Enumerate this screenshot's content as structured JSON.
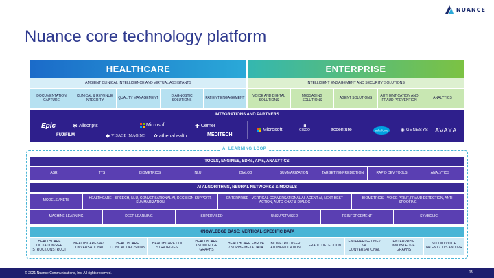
{
  "brand": {
    "logo_text": "NUANCE"
  },
  "title": "Nuance core technology platform",
  "healthcare": {
    "header": "HEALTHCARE",
    "subheader": "AMBIENT CLINICAL INTELLIGENCE AND VIRTUAL ASSISTANTS",
    "items": [
      "DOCUMENTATION CAPTURE",
      "CLINICAL & REVENUE INTEGRITY",
      "QUALITY MANAGEMENT",
      "DIAGNOSTIC SOLUTIONS",
      "PATIENT ENGAGEMENT"
    ]
  },
  "enterprise": {
    "header": "ENTERPRISE",
    "subheader": "INTELLIGENT ENGAGEMENT AND SECURITY SOLUTIONS",
    "items": [
      "VOICE AND DIGITAL SOLUTIONS",
      "MESSAGING SOLUTIONS",
      "AGENT SOLUTIONS",
      "AUTHENTICATION AND FRAUD PREVENTION",
      "ANALYTICS"
    ]
  },
  "integrations": {
    "header": "INTEGRATIONS AND PARTNERS",
    "healthcare_logos": [
      "Epic",
      "Allscripts",
      "Microsoft",
      "Cerner",
      "FUJIFILM",
      "VISAGE IMAGING",
      "athenahealth",
      "MEDITECH"
    ],
    "enterprise_logos": [
      "Microsoft",
      "cisco",
      "accenture",
      "salesforce",
      "GENESYS",
      "AVAYA"
    ]
  },
  "loop_label": "AI LEARNING LOOP",
  "tools": {
    "header": "TOOLS, ENGINES, SDKs, APIs, ANALYTICS",
    "items": [
      "ASR",
      "TTS",
      "BIOMETRICS",
      "NLU",
      "DIALOG",
      "SUMMARIZATION",
      "TARGETING PREDICTION",
      "RAPID DEV TOOLS",
      "ANALYTICS"
    ]
  },
  "algorithms": {
    "header": "AI ALGORITHMS, NEURAL NETWORKS & MODELS",
    "row1": [
      "MODELS / NETS",
      "HEALTHCARE—SPEECH, NLU, CONVERSATIONAL AI, DECISION SUPPORT, SUMMARIZATION",
      "ENTERPRISE—VERTICAL CONVERSATIONAL AI, AGENT AI, NEXT BEST ACTION, AUTO CHAT & DIALOG",
      "BIOMETRICS—VOICE PRINT, FRAUD DETECTION, ANTI-SPOOFING"
    ],
    "row2": [
      "MACHINE LEARNING",
      "DEEP LEARNING",
      "SUPERVISED",
      "UNSUPERVISED",
      "REINFORCEMENT",
      "SYMBOLIC"
    ]
  },
  "knowledge": {
    "header": "KNOWLEDGE BASE: VERTICAL-SPECIFIC DATA",
    "items": [
      "HEALTHCARE DICTATION/REP STRUCT/UNSTRUCT",
      "HEALTHCARE VA / CONVERSATIONAL",
      "HEALTHCARE CLINICAL DECISIONS",
      "HEALTHCARE CDI STRATEGIES",
      "HEALTHCARE KNOWLEDGE GRAPHS",
      "HEALTHCARE EHR VA / SCRIBE META DATA",
      "BIOMETRIC USER AUTHENTICATION",
      "FRAUD DETECTION",
      "ENTERPRISE LIVE / VA CONVERSATIONAL",
      "ENTERPRISE KNOWLEDGE GRAPHS",
      "STUDIO VOICE TALENT / TTS AND IVR"
    ]
  },
  "footer": {
    "copyright": "© 2021 Nuance Communications, Inc. All rights reserved.",
    "page": "19"
  },
  "colors": {
    "healthcare": "#2aa9d8",
    "enterprise": "#7cc243",
    "integrations": "#2e1f8c",
    "tools": "#3a2a96",
    "algorithms": "#5a3fb2",
    "knowledge": "#49b5d6",
    "footer": "#1e1e6e"
  }
}
